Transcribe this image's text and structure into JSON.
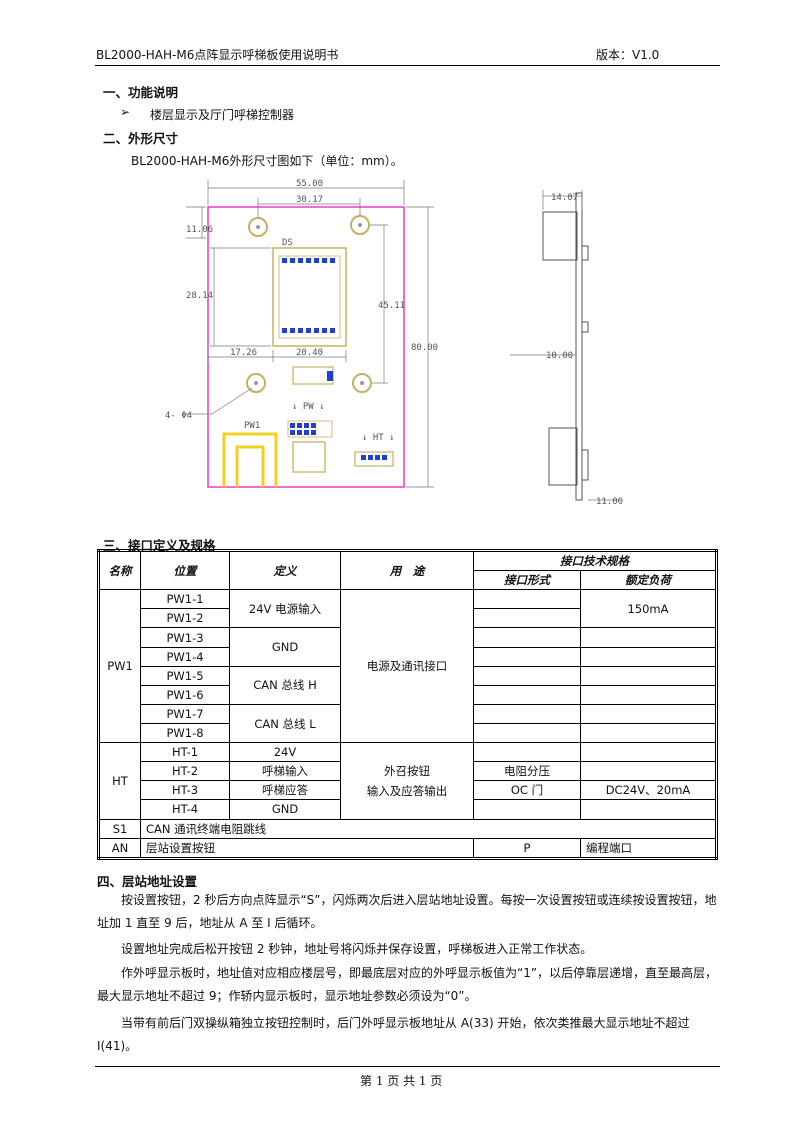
{
  "header": {
    "title": "BL2000-HAH-M6点阵显示呼梯板使用说明书",
    "version": "版本：V1.0"
  },
  "s1": {
    "title": "一、功能说明",
    "bullet": "楼层显示及厅门呼梯控制器"
  },
  "s2": {
    "title": "二、外形尺寸",
    "intro": "BL2000-HAH-M6外形尺寸图如下（单位：mm）。"
  },
  "drawing": {
    "d_width": "55.00",
    "d_hole_spacing": "30.17",
    "d_top": "11.06",
    "d_height": "80.00",
    "d_module_h": "28.14",
    "d_hole_v": "45.11",
    "d_left": "17.26",
    "d_module_w": "20.40",
    "d_hole_label": "4- Φ4",
    "silk_ds": "DS",
    "silk_pw1": "PW1",
    "silk_pw": "↓ PW ↓",
    "silk_ht": "↓ HT ↓",
    "side_top": "14.07",
    "side_mid": "10.00",
    "side_bot": "11.00"
  },
  "s3": {
    "title": "三、接口定义及规格"
  },
  "table": {
    "h_name": "名称",
    "h_pos": "位置",
    "h_def": "定义",
    "h_use": "用　途",
    "h_spec": "接口技术规格",
    "h_form": "接口形式",
    "h_load": "额定负荷",
    "pw1": "PW1",
    "pw1_1": "PW1-1",
    "pw1_2": "PW1-2",
    "pw1_3": "PW1-3",
    "pw1_4": "PW1-4",
    "pw1_5": "PW1-5",
    "pw1_6": "PW1-6",
    "pw1_7": "PW1-7",
    "pw1_8": "PW1-8",
    "def_24v_in": "24V 电源输入",
    "def_gnd": "GND",
    "def_canh": "CAN 总线 H",
    "def_canl": "CAN 总线 L",
    "use_power": "电源及通讯接口",
    "load_150": "150mA",
    "ht": "HT",
    "ht_1": "HT-1",
    "ht_2": "HT-2",
    "ht_3": "HT-3",
    "ht_4": "HT-4",
    "def_24v": "24V",
    "def_call_in": "呼梯输入",
    "def_call_ack": "呼梯应答",
    "def_gnd2": "GND",
    "use_btn1": "外召按钮",
    "use_btn2": "输入及应答输出",
    "form_res": "电阻分压",
    "form_oc": "OC 门",
    "load_dc": "DC24V、20mA",
    "s1": "S1",
    "s1_def": "CAN 通讯终端电阻跳线",
    "an": "AN",
    "an_def": "层站设置按钮",
    "p": "P",
    "p_def": "编程端口"
  },
  "s4": {
    "title": "四、层站地址设置",
    "p1": "按设置按钮，2 秒后方向点阵显示“S”，闪烁两次后进入层站地址设置。每按一次设置按钮或连续按设置按钮，地址加 1 直至 9 后，地址从 A 至 I 后循环。",
    "p2": "设置地址完成后松开按钮 2 秒钟，地址号将闪烁并保存设置，呼梯板进入正常工作状态。",
    "p3": "作外呼显示板时，地址值对应相应楼层号，即最底层对应的外呼显示板值为“1”，以后停靠层递增，直至最高层，最大显示地址不超过 9；作轿内显示板时，显示地址参数必须设为“0”。",
    "p4": "当带有前后门双操纵箱独立按钮控制时，后门外呼显示板地址从 A(33) 开始，依次类推最大显示地址不超过 I(41)。"
  },
  "footer": {
    "page": "第 1 页 共 1 页"
  }
}
